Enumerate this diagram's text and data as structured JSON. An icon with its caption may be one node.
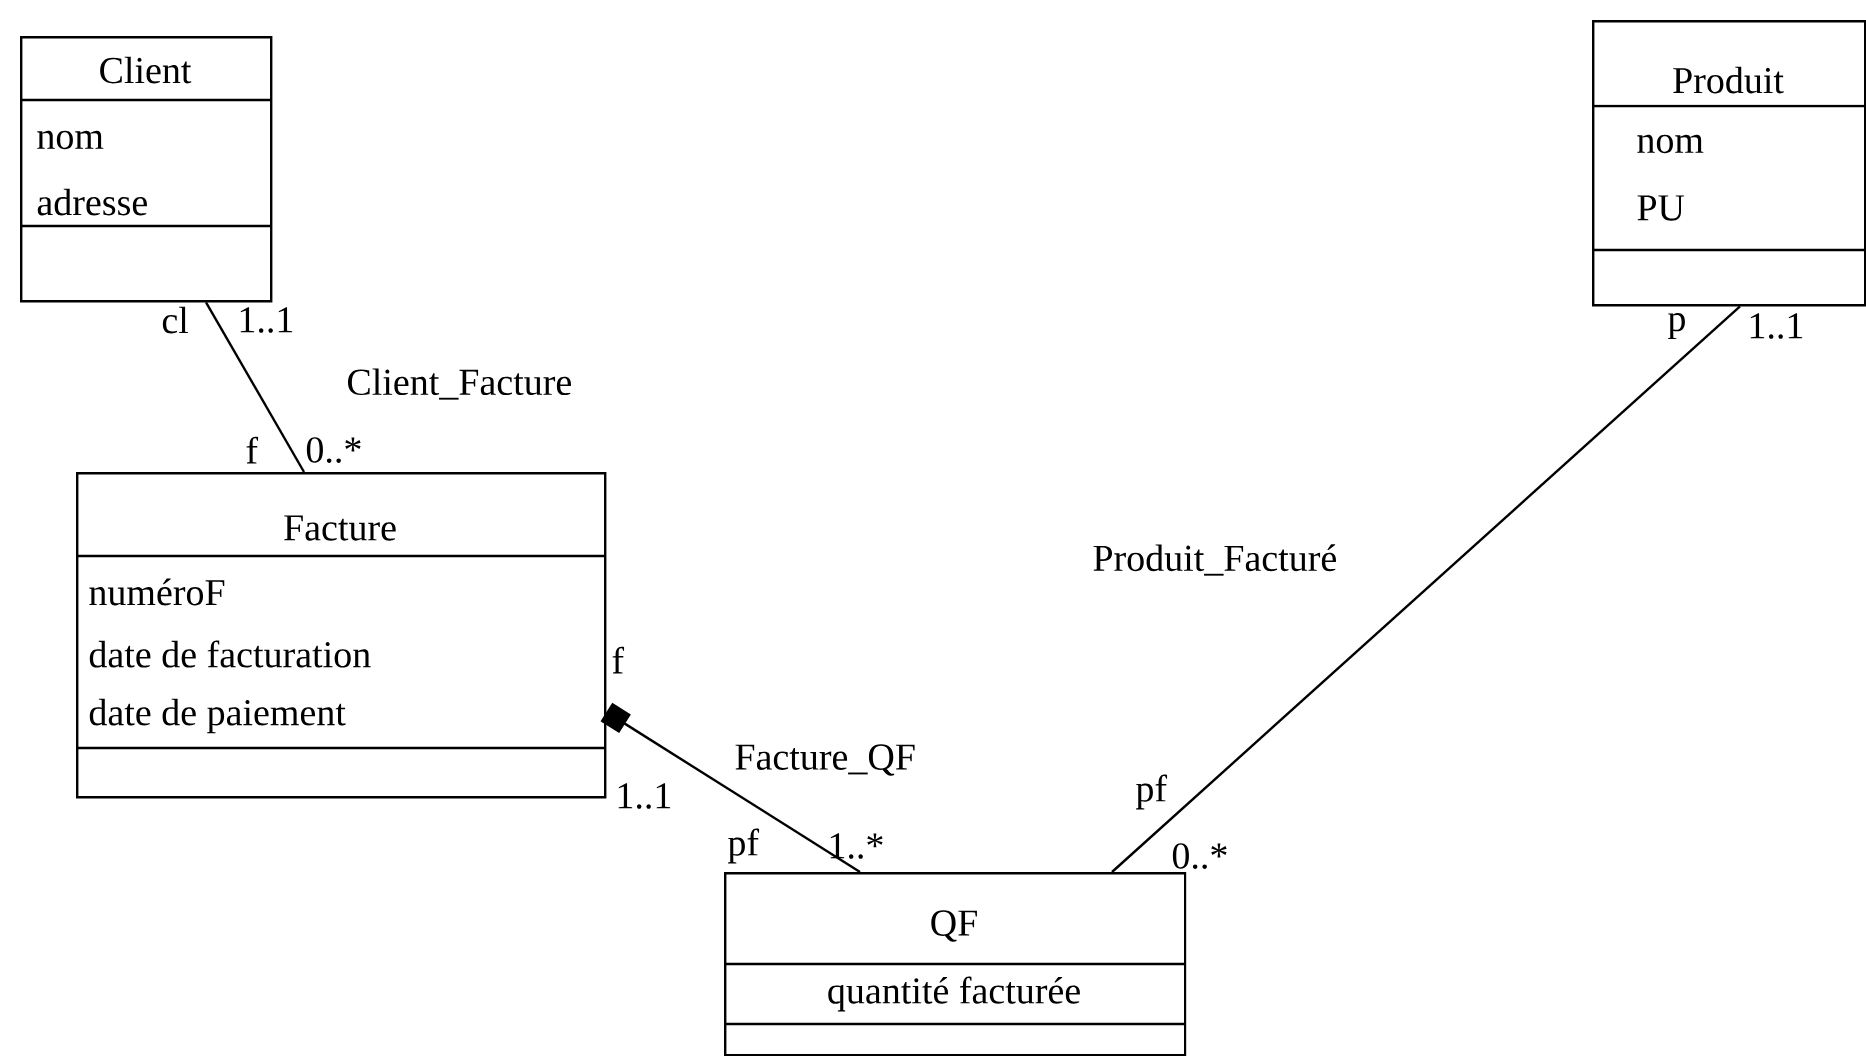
{
  "diagram": {
    "nodes": [
      {
        "text": [
          "Client",
          "nom",
          "adresse"
        ]
      },
      {
        "text": [
          "Produit",
          "nom",
          "PU"
        ]
      },
      {
        "text": [
          "Facture",
          "numéroF",
          "date de facturation",
          "date de paiement"
        ]
      },
      {
        "text": [
          "QF",
          "quantité facturée"
        ]
      }
    ],
    "edges": [
      {
        "from": 0,
        "to": 2,
        "arrow": "none",
        "label": "Client_Facture"
      },
      {
        "from": 2,
        "to": 3,
        "arrow": "other",
        "label": "Facture_QF"
      },
      {
        "from": 1,
        "to": 3,
        "arrow": "none",
        "label": "Produit_Facturé"
      }
    ],
    "labels": [
      "cl",
      "1..1",
      "p",
      "1..1",
      "f",
      "0..*",
      "f",
      "1..1",
      "pf",
      "1..*",
      "pf",
      "0..*"
    ]
  }
}
